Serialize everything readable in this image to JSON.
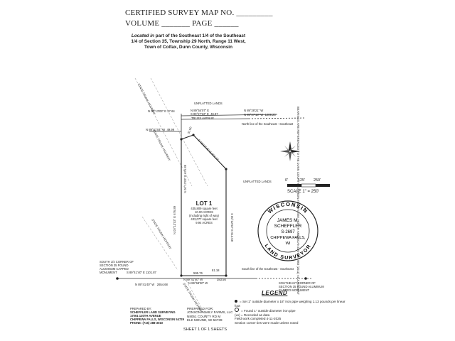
{
  "header": {
    "title": "CERTIFIED SURVEY MAP NO.",
    "title_blank": "_________",
    "volume_label": "VOLUME",
    "volume_blank": "_______",
    "page_label": "PAGE",
    "page_blank": "______"
  },
  "description": {
    "line1_em": "Located in",
    "line1_rest": " part of the Southeast 1/4 of the Southeast",
    "line2": "1/4 of Section 35, Township 29 North, Range 11 West,",
    "line3": "Town of Colfax, Dunn County, Wisconsin"
  },
  "map": {
    "unplatted_top": "UNPLATTED LANDS",
    "unplatted_right": "UNPLATTED LANDS",
    "lot_label": "LOT 1",
    "lot_area_1": "435,809 square feet",
    "lot_area_2": "10.00 ACRES",
    "lot_area_3": "(including right of way)",
    "lot_area_4": "433,077 square feet",
    "lot_area_5": "9.94 ACRES",
    "top_bearing_1": "N 89°54'07\" E",
    "top_bearing_2": "S 89°27'22\" E",
    "top_dist": "46.87",
    "top_line_name": "TRUSS AVENUE",
    "north_bearing_1": "N 89°28'21\" W",
    "north_bearing_2": "N 89°27'18\" W",
    "north_dist": "1289.26",
    "nw_bearing": "N 00°13'03\" E",
    "nw_dist": "27.64",
    "west_tie_bearing": "N 89°41'04\" W",
    "west_tie_dist": "49.99",
    "west_top_seg": "33.00",
    "diag_bearing": "S 45°07'45\" E",
    "diag_dist": "503.19",
    "north_line_note": "North line of the Southeast - Southeast",
    "west_lot_line": "N 00°13'03\" E",
    "west_lot_dist": "676.89",
    "east_lot_line": "S 00°12'53\" E",
    "east_lot_dist": "613.58",
    "south_bearing_1": "N 89°41'40\" W",
    "south_bearing_2": "N 89°58'30\" W",
    "south_dist": "383.56",
    "south_seg_1": "595.76",
    "south_seg_2": "81.18",
    "south_tie_bearing": "N 89°41'40\" W",
    "south_tie_dist": "2654.68",
    "south_left_bearing": "S 89°41'40\" E",
    "south_left_dist": "1101.87",
    "south_line_note": "South line of the Southeast - Southeast",
    "sw_corner_note": "SOUTH 1/4 CORNER OF SECTION 35 FOUND ALUMINUM CAPPED MONUMENT",
    "se_corner_note": "SOUTHEAST CORNER OF SECTION 35 FOUND ALUMINUM CAPPED MONUMENT",
    "right_note": "BEARINGS ARE REFERENCED TO THE DUNN COUNTY COORDINATE SYSTEM, NORTH AMERICAN DATUM 1983 (2011) ADJUSTMENT",
    "road_label_1": "STATE TRUNK HIGHWAY",
    "road_label_2": "STATE TRUNK HIGHWAY",
    "road_label_3": "STATE TRUNK HIGHWAY",
    "road_label_4": "STATE TRUNK HIGHWAY"
  },
  "scale": {
    "tick_0": "0'",
    "tick_1": "125'",
    "tick_2": "250'",
    "label": "SCALE  1\" = 250'"
  },
  "seal": {
    "top_text": "WISCONSIN",
    "bottom_text": "LAND SURVEYOR",
    "line1": "JAMES M.",
    "line2": "SCHEFFLER",
    "line3": "S-2697",
    "line4": "CHIPPEWA FALLS,",
    "line5": "WI"
  },
  "legend": {
    "title": "LEGEND",
    "item1": "= Set 1\" outside diameter x 18\" iron pipe weighing 1.13 pounds per linear foot",
    "item2": "= Found 1\" outside diameter iron pipe",
    "item3": "(xx) = Recorded as data",
    "item4": "Field work completed 4-11-2025",
    "item5": "Section corner ties were made unless noted"
  },
  "prepared_by": {
    "label": "PREPARED BY:",
    "line1": "SCHEFFLER LAND SURVEYING",
    "line2": "17061 130TH AVENUE",
    "line3": "CHIPPEWA FALLS, WISCONSIN 54729",
    "line4": "PHONE: (715) 288-3010"
  },
  "prepared_for": {
    "label": "PREPARED FOR:",
    "line1": "JONSON FAMILY FARMS, LLC",
    "line2": "N8051 COUNTY RD M",
    "line3": "ELK MOUND, WI 54739"
  },
  "sheet": "SHEET 1 OF 1 SHEETS"
}
